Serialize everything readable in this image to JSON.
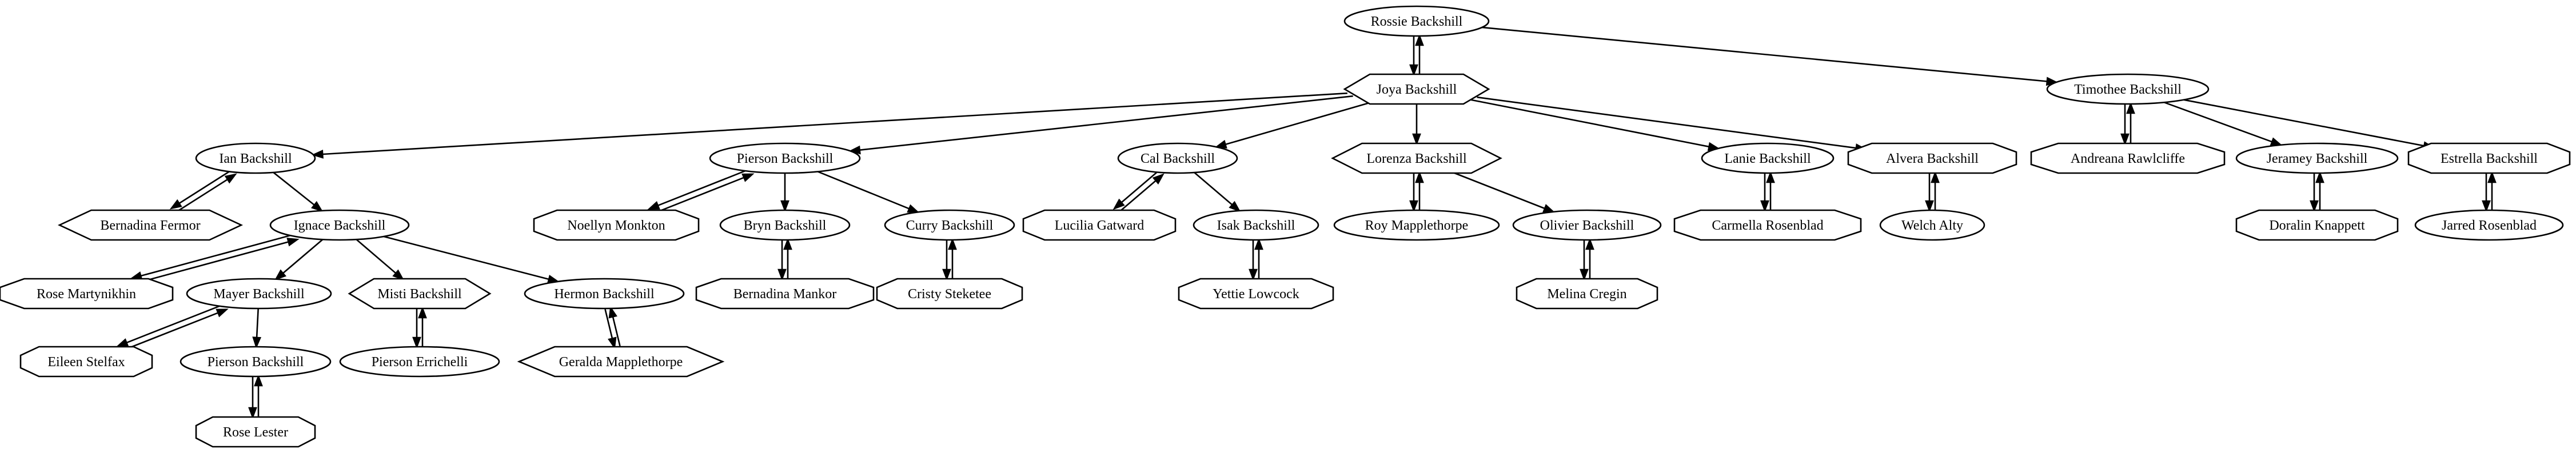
{
  "nodes": [
    {
      "id": "rossie",
      "label": "Rossie Backshill",
      "shape": "ellipse"
    },
    {
      "id": "joya",
      "label": "Joya Backshill",
      "shape": "hexagon"
    },
    {
      "id": "timothee",
      "label": "Timothee Backshill",
      "shape": "ellipse"
    },
    {
      "id": "ian",
      "label": "Ian Backshill",
      "shape": "ellipse"
    },
    {
      "id": "pierson1",
      "label": "Pierson Backshill",
      "shape": "ellipse"
    },
    {
      "id": "cal",
      "label": "Cal Backshill",
      "shape": "ellipse"
    },
    {
      "id": "lorenza",
      "label": "Lorenza Backshill",
      "shape": "hexagon"
    },
    {
      "id": "lanie",
      "label": "Lanie Backshill",
      "shape": "ellipse"
    },
    {
      "id": "alvera",
      "label": "Alvera Backshill",
      "shape": "octagon"
    },
    {
      "id": "andreana",
      "label": "Andreana Rawlcliffe",
      "shape": "octagon"
    },
    {
      "id": "jeramey",
      "label": "Jeramey Backshill",
      "shape": "ellipse"
    },
    {
      "id": "estrella",
      "label": "Estrella Backshill",
      "shape": "octagon"
    },
    {
      "id": "bernadina",
      "label": "Bernadina Fermor",
      "shape": "hexagon"
    },
    {
      "id": "ignace",
      "label": "Ignace Backshill",
      "shape": "ellipse"
    },
    {
      "id": "noellyn",
      "label": "Noellyn Monkton",
      "shape": "octagon"
    },
    {
      "id": "bryn",
      "label": "Bryn Backshill",
      "shape": "ellipse"
    },
    {
      "id": "curry",
      "label": "Curry Backshill",
      "shape": "ellipse"
    },
    {
      "id": "lucilia",
      "label": "Lucilia Gatward",
      "shape": "octagon"
    },
    {
      "id": "isak",
      "label": "Isak Backshill",
      "shape": "ellipse"
    },
    {
      "id": "roy",
      "label": "Roy Mapplethorpe",
      "shape": "ellipse"
    },
    {
      "id": "olivier",
      "label": "Olivier Backshill",
      "shape": "ellipse"
    },
    {
      "id": "carmella",
      "label": "Carmella Rosenblad",
      "shape": "octagon"
    },
    {
      "id": "welch",
      "label": "Welch Alty",
      "shape": "ellipse"
    },
    {
      "id": "doralin",
      "label": "Doralin Knappett",
      "shape": "octagon"
    },
    {
      "id": "jarred",
      "label": "Jarred Rosenblad",
      "shape": "ellipse"
    },
    {
      "id": "rosem",
      "label": "Rose Martynikhin",
      "shape": "octagon"
    },
    {
      "id": "mayer",
      "label": "Mayer Backshill",
      "shape": "ellipse"
    },
    {
      "id": "misti",
      "label": "Misti Backshill",
      "shape": "hexagon"
    },
    {
      "id": "hermon",
      "label": "Hermon Backshill",
      "shape": "ellipse"
    },
    {
      "id": "bernadinam",
      "label": "Bernadina Mankor",
      "shape": "octagon"
    },
    {
      "id": "cristy",
      "label": "Cristy Steketee",
      "shape": "octagon"
    },
    {
      "id": "yettie",
      "label": "Yettie Lowcock",
      "shape": "octagon"
    },
    {
      "id": "melina",
      "label": "Melina Cregin",
      "shape": "octagon"
    },
    {
      "id": "eileen",
      "label": "Eileen Stelfax",
      "shape": "octagon"
    },
    {
      "id": "pierson2",
      "label": "Pierson Backshill",
      "shape": "ellipse"
    },
    {
      "id": "piersone",
      "label": "Pierson Errichelli",
      "shape": "ellipse"
    },
    {
      "id": "geralda",
      "label": "Geralda Mapplethorpe",
      "shape": "hexagon"
    },
    {
      "id": "rosel",
      "label": "Rose Lester",
      "shape": "octagon"
    }
  ],
  "edges": [
    {
      "from": "rossie",
      "to": "joya",
      "mutual": true
    },
    {
      "from": "rossie",
      "to": "timothee"
    },
    {
      "from": "joya",
      "to": "ian"
    },
    {
      "from": "joya",
      "to": "pierson1"
    },
    {
      "from": "joya",
      "to": "cal"
    },
    {
      "from": "joya",
      "to": "lorenza"
    },
    {
      "from": "joya",
      "to": "lanie"
    },
    {
      "from": "joya",
      "to": "alvera"
    },
    {
      "from": "timothee",
      "to": "andreana",
      "mutual": true
    },
    {
      "from": "timothee",
      "to": "jeramey"
    },
    {
      "from": "timothee",
      "to": "estrella"
    },
    {
      "from": "ian",
      "to": "bernadina",
      "mutual": true
    },
    {
      "from": "ian",
      "to": "ignace"
    },
    {
      "from": "pierson1",
      "to": "noellyn",
      "mutual": true
    },
    {
      "from": "pierson1",
      "to": "bryn"
    },
    {
      "from": "pierson1",
      "to": "curry"
    },
    {
      "from": "cal",
      "to": "lucilia",
      "mutual": true
    },
    {
      "from": "cal",
      "to": "isak"
    },
    {
      "from": "lorenza",
      "to": "roy",
      "mutual": true
    },
    {
      "from": "lorenza",
      "to": "olivier"
    },
    {
      "from": "lanie",
      "to": "carmella",
      "mutual": true
    },
    {
      "from": "alvera",
      "to": "welch",
      "mutual": true
    },
    {
      "from": "jeramey",
      "to": "doralin",
      "mutual": true
    },
    {
      "from": "estrella",
      "to": "jarred",
      "mutual": true
    },
    {
      "from": "ignace",
      "to": "rosem",
      "mutual": true
    },
    {
      "from": "ignace",
      "to": "mayer"
    },
    {
      "from": "ignace",
      "to": "misti"
    },
    {
      "from": "ignace",
      "to": "hermon"
    },
    {
      "from": "bryn",
      "to": "bernadinam",
      "mutual": true
    },
    {
      "from": "curry",
      "to": "cristy",
      "mutual": true
    },
    {
      "from": "isak",
      "to": "yettie",
      "mutual": true
    },
    {
      "from": "olivier",
      "to": "melina",
      "mutual": true
    },
    {
      "from": "mayer",
      "to": "eileen",
      "mutual": true
    },
    {
      "from": "mayer",
      "to": "pierson2"
    },
    {
      "from": "misti",
      "to": "piersone",
      "mutual": true
    },
    {
      "from": "hermon",
      "to": "geralda",
      "mutual": true
    },
    {
      "from": "pierson2",
      "to": "rosel",
      "mutual": true
    }
  ]
}
